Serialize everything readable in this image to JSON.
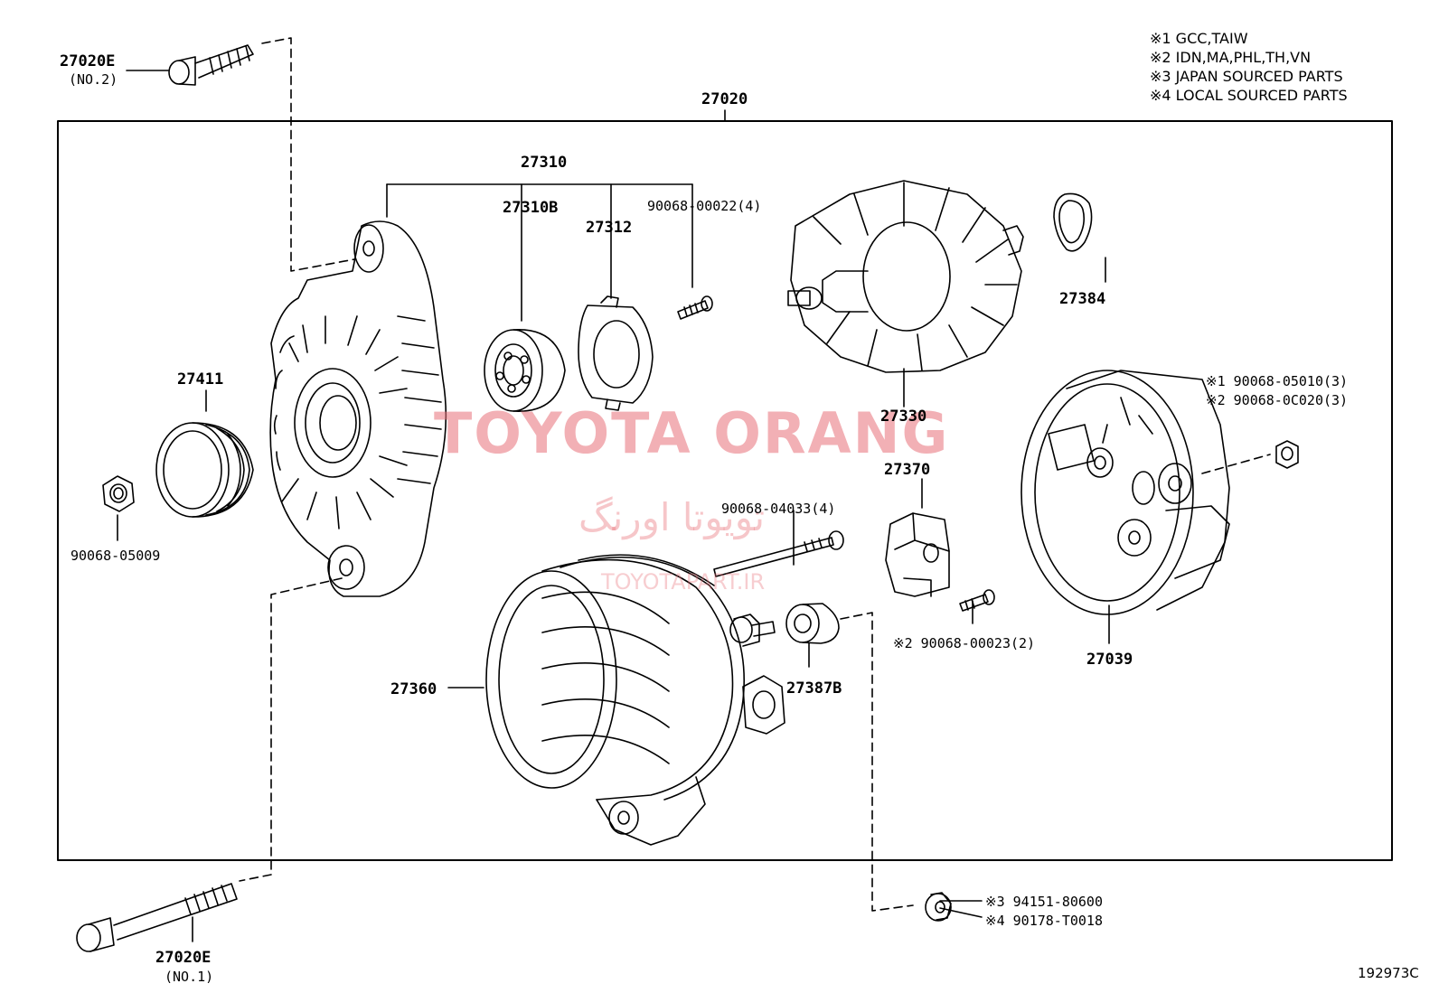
{
  "notes": [
    "※1 GCC,TAIW",
    "※2 IDN,MA,PHL,TH,VN",
    "※3 JAPAN SOURCED PARTS",
    "※4 LOCAL SOURCED PARTS"
  ],
  "labels": {
    "p27020": "27020",
    "p27020e_top": "27020E",
    "p27020e_top_sub": "(NO.2)",
    "p27020e_bot": "27020E",
    "p27020e_bot_sub": "(NO.1)",
    "p27310": "27310",
    "p27310b": "27310B",
    "p27312": "27312",
    "p90068_00022": "90068-00022(4)",
    "p27384": "27384",
    "p27330": "27330",
    "p27411": "27411",
    "p90068_05009": "90068-05009",
    "p90068_05010": "※1 90068-05010(3)",
    "p90068_0c020": "※2 90068-0C020(3)",
    "p27370": "27370",
    "p90068_04033": "90068-04033(4)",
    "p90068_00023": "※2 90068-00023(2)",
    "p27039": "27039",
    "p27360": "27360",
    "p27387b": "27387B",
    "p94151": "※3 94151-80600",
    "p90178": "※4 90178-T0018"
  },
  "watermark": {
    "main": "TOYOTA ORANG",
    "persian": "تویوتا اورنگ",
    "site": "TOYOTAPART.IR"
  },
  "diagram_code": "192973C"
}
